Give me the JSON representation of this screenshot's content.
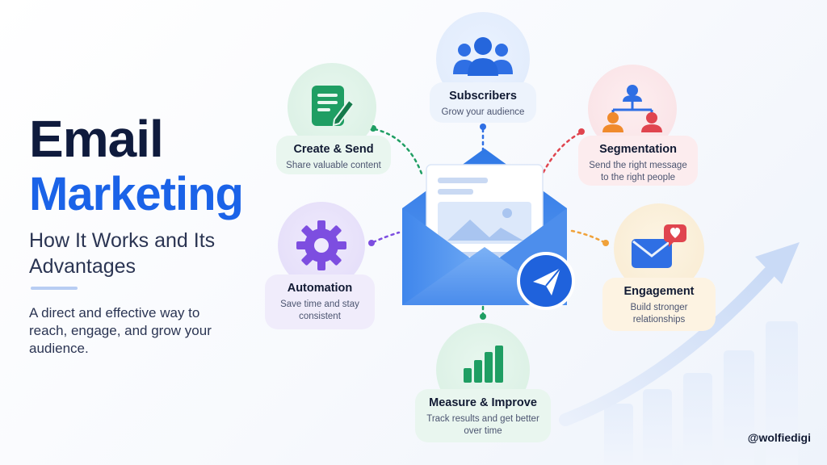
{
  "headline": {
    "line1": "Email",
    "line2": "Marketing",
    "subtitle": "How It Works and Its Advantages",
    "description": "A direct and effective way to reach, engage, and grow your audience."
  },
  "nodes": {
    "subscribers": {
      "title": "Subscribers",
      "desc": "Grow your audience",
      "icon": "people-group-icon",
      "color": "#2f6fe4"
    },
    "create_send": {
      "title": "Create & Send",
      "desc": "Share valuable content",
      "icon": "document-pencil-icon",
      "color": "#1f9e63"
    },
    "segmentation": {
      "title": "Segmentation",
      "desc": "Send the right message to the right people",
      "icon": "segmentation-hierarchy-icon",
      "color": "#f08a2c"
    },
    "automation": {
      "title": "Automation",
      "desc": "Save time and stay consistent",
      "icon": "gear-icon",
      "color": "#7d4ee0"
    },
    "engagement": {
      "title": "Engagement",
      "desc": "Build stronger relationships",
      "icon": "envelope-heart-icon",
      "color": "#2f6fe4"
    },
    "measure": {
      "title": "Measure & Improve",
      "desc": "Track results and get better over time",
      "icon": "bar-chart-icon",
      "color": "#1f9e63"
    }
  },
  "center": {
    "icon": "open-envelope-paper-plane-icon",
    "color": "#3d86ec"
  },
  "watermark": "@wolfiedigi"
}
